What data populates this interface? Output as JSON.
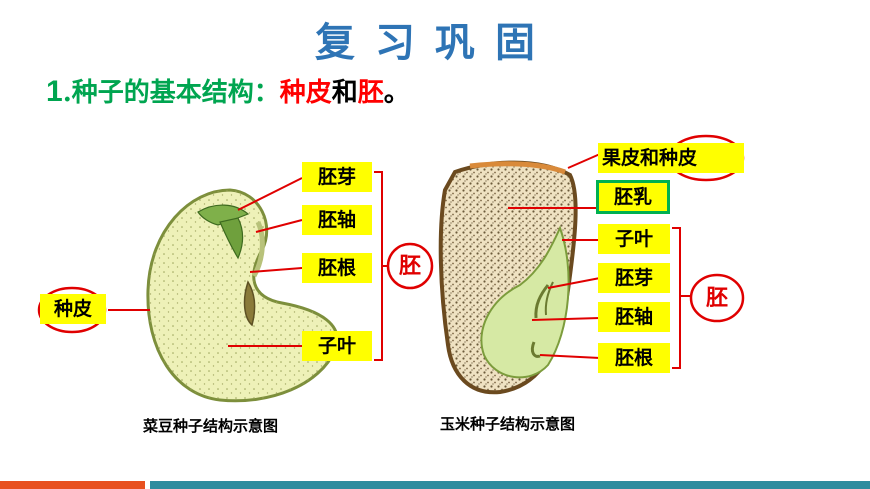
{
  "title": "复习巩固",
  "subtitle": {
    "number": "1",
    "text_green": ".种子的基本结构：",
    "text_red1": "种皮",
    "text_black": "和",
    "text_red2": "胚",
    "text_end": "。"
  },
  "bean": {
    "caption": "菜豆种子结构示意图",
    "labels": {
      "plumule": "胚芽",
      "hypocotyl": "胚轴",
      "radicle": "胚根",
      "cotyledon": "子叶",
      "seed_coat": "种皮",
      "embryo": "胚"
    }
  },
  "corn": {
    "caption": "玉米种子结构示意图",
    "labels": {
      "pericarp_prefix": "果皮和",
      "seed_coat": "种皮",
      "endosperm": "胚乳",
      "cotyledon": "子叶",
      "plumule": "胚芽",
      "hypocotyl": "胚轴",
      "radicle": "胚根",
      "embryo": "胚"
    }
  },
  "colors": {
    "title": "#2e74b5",
    "green": "#00a550",
    "red": "#ff0000",
    "label_bg": "#ffff00",
    "bar_red": "#e8501f",
    "bar_teal": "#2d8c9e"
  }
}
